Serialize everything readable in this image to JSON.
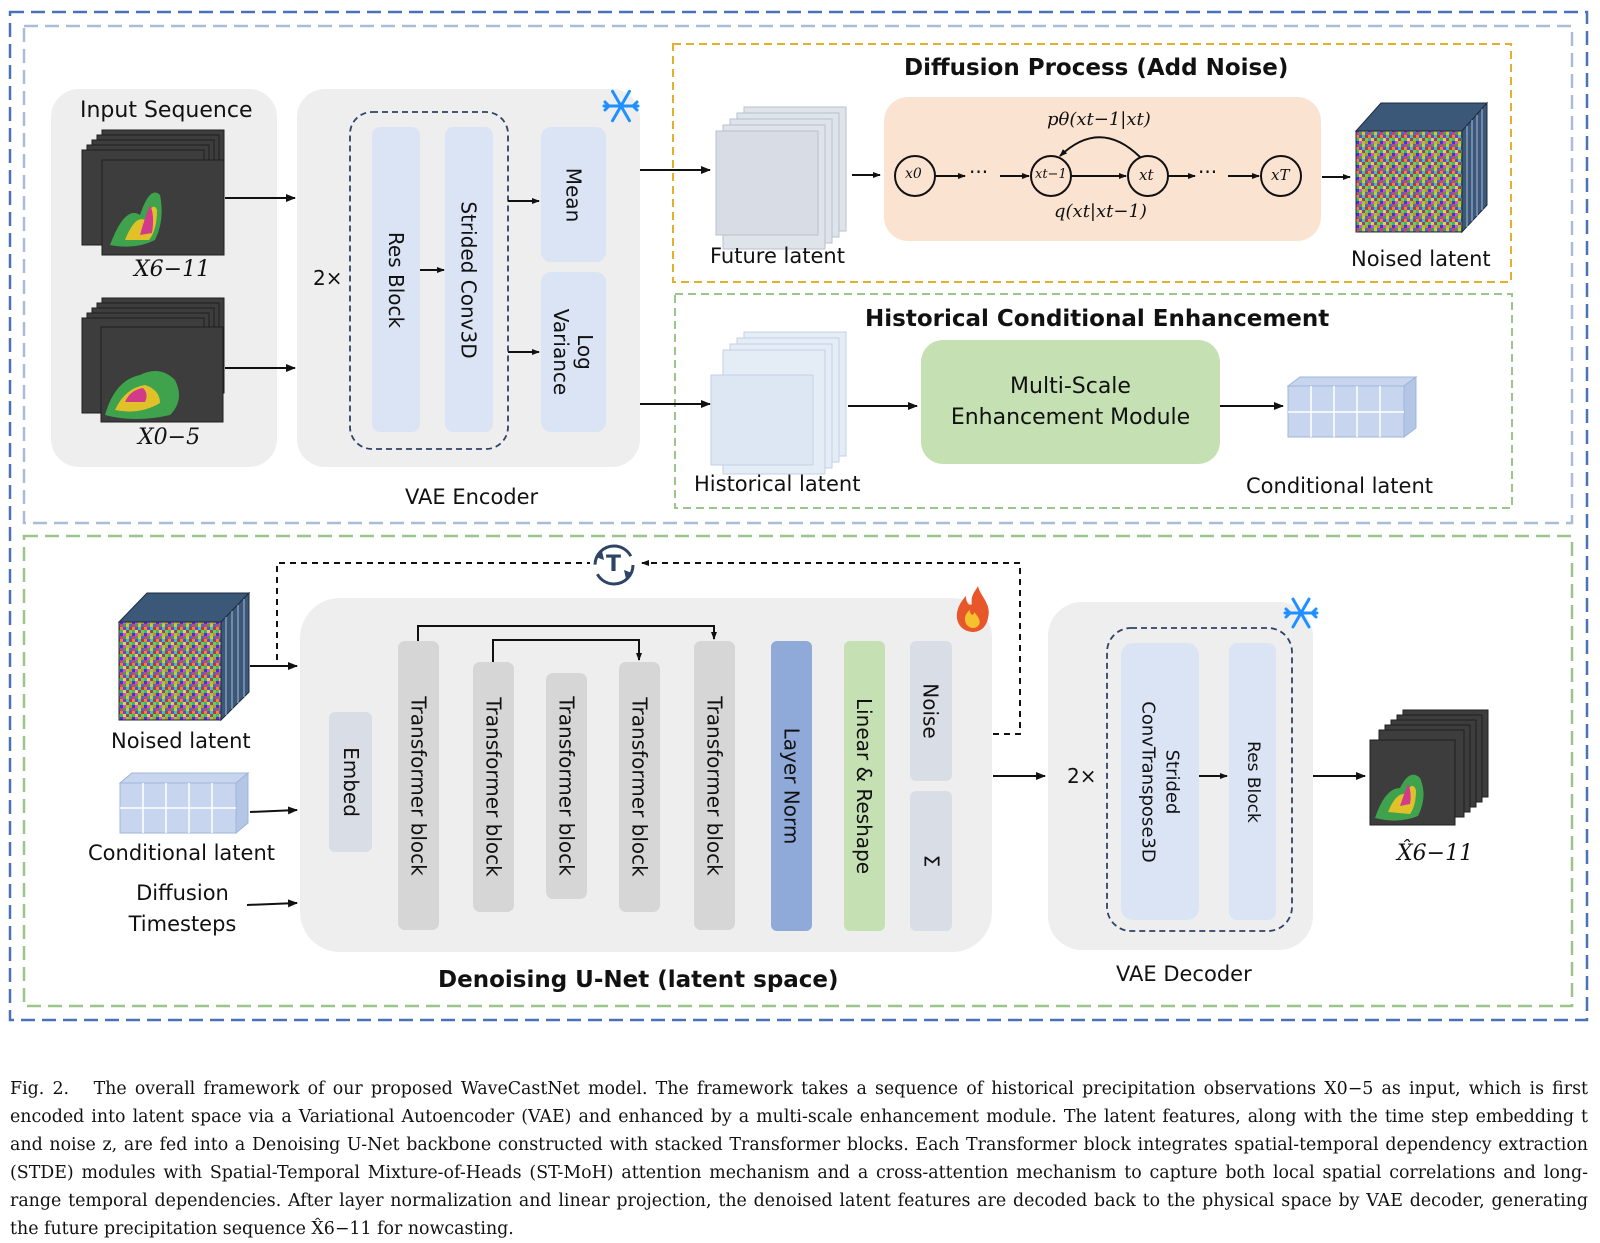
{
  "encoder": {
    "input_sequence_title": "Input Sequence",
    "future_input_label": "X6−11",
    "history_input_label": "X0−5",
    "repeat_label": "2×",
    "res_block": "Res Block",
    "strided_conv": "Strided Conv3D",
    "mean": "Mean",
    "log_variance_line1": "Log",
    "log_variance_line2": "Variance",
    "title": "VAE Encoder",
    "frozen_icon": "snowflake-icon"
  },
  "diffusion": {
    "title": "Diffusion Process (Add Noise)",
    "future_latent": "Future latent",
    "noised_latent": "Noised latent",
    "node_x0": "x0",
    "node_xt_minus_1": "xt−1",
    "node_xt": "xt",
    "node_xT": "xT",
    "dots": "···",
    "reverse_label": "pθ(xt−1|xt)",
    "forward_label": "q(xt|xt−1)"
  },
  "history": {
    "title": "Historical Conditional Enhancement",
    "historical_latent": "Historical latent",
    "module_line1": "Multi-Scale",
    "module_line2": "Enhancement Module",
    "conditional_latent": "Conditional latent"
  },
  "unet": {
    "noised_latent": "Noised latent",
    "conditional_latent": "Conditional latent",
    "diffusion_timesteps_line1": "Diffusion",
    "diffusion_timesteps_line2": "Timesteps",
    "embed": "Embed",
    "transformer_block": "Transformer block",
    "layer_norm": "Layer Norm",
    "linear_reshape": "Linear & Reshape",
    "noise": "Noise",
    "sigma": "Σ",
    "title": "Denoising U-Net (latent space)",
    "loop_icon_letter": "T",
    "trainable_icon": "fire-icon"
  },
  "decoder": {
    "repeat_label": "2×",
    "strided_line1": "Strided",
    "strided_line2": "ConvTranspose3D",
    "res_block": "Res Block",
    "title": "VAE Decoder",
    "output_label": "X̂6−11",
    "frozen_icon": "snowflake-icon"
  },
  "caption": {
    "fig_label": "Fig. 2.",
    "text": "The overall framework of our proposed WaveCastNet model. The framework takes a sequence of historical precipitation observations X0−5 as input, which is first encoded into latent space via a Variational Autoencoder (VAE) and enhanced by a multi-scale enhancement module. The latent features, along with the time step embedding t and noise z, are fed into a Denoising U-Net backbone constructed with stacked Transformer blocks. Each Transformer block integrates spatial-temporal dependency extraction (STDE) modules with Spatial-Temporal Mixture-of-Heads (ST-MoH) attention mechanism and a cross-attention mechanism to capture both local spatial correlations and long-range temporal dependencies. After layer normalization and linear projection, the denoised latent features are decoded back to the physical space by VAE decoder, generating the future precipitation sequence X̂6−11 for nowcasting."
  },
  "colors": {
    "outer_border": "#4a72b8",
    "top_panel_border": "#a9bcd8",
    "diffusion_border": "#e3b02e",
    "green_border": "#9cc58c",
    "panel_fill": "#eeeeee",
    "block_blue": "#dbe4f4",
    "diffusion_fill": "#fbe3d2",
    "module_green": "#c5e0b3",
    "transformer_grey": "#d6d6d6",
    "layer_norm_blue": "#8fa9d8",
    "linear_green": "#c5e0b3",
    "noise_grey": "#d9dde6"
  }
}
